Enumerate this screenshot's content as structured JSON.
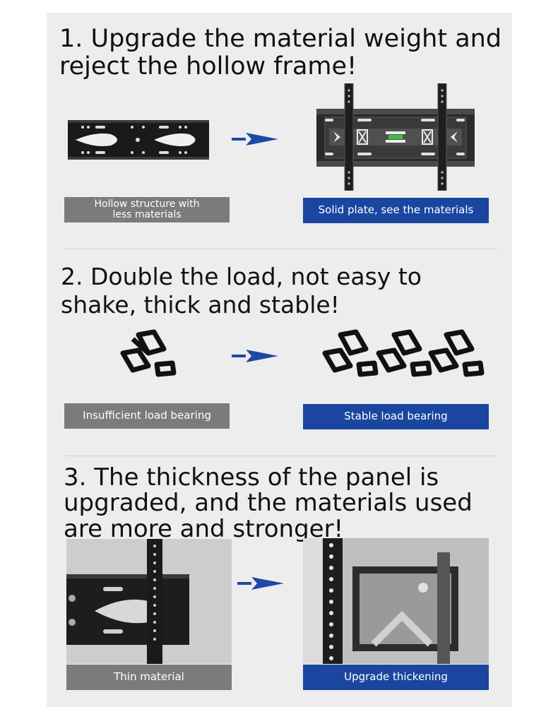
{
  "sections": [
    {
      "heading_line1": "1. Upgrade the material weight and",
      "heading_line2": "reject the hollow frame!",
      "left_label_line1": "Hollow structure with",
      "left_label_line2": "less materials",
      "right_label": "Solid plate, see the materials"
    },
    {
      "heading_line1": "2. Double the load, not easy to",
      "heading_line2": "shake, thick and stable!",
      "left_label": "Insufficient load bearing",
      "right_label": "Stable load bearing"
    },
    {
      "heading_line1": "3. The thickness of the panel is",
      "heading_line2": "upgraded, and the materials used",
      "heading_line3": "are more and stronger!",
      "left_label": "Thin material",
      "right_label": "Upgrade thickening"
    }
  ],
  "colors": {
    "blue_label": "#1a46a0",
    "gray_label": "#7b7b7b",
    "arrow": "#1c48a8",
    "panel": "#ededed"
  },
  "icons": [
    "hollow-frame-bracket-image",
    "solid-plate-bracket-image",
    "arrow-right-icon",
    "weight-stack-icon",
    "bracket-photo-thin",
    "bracket-photo-thick"
  ]
}
